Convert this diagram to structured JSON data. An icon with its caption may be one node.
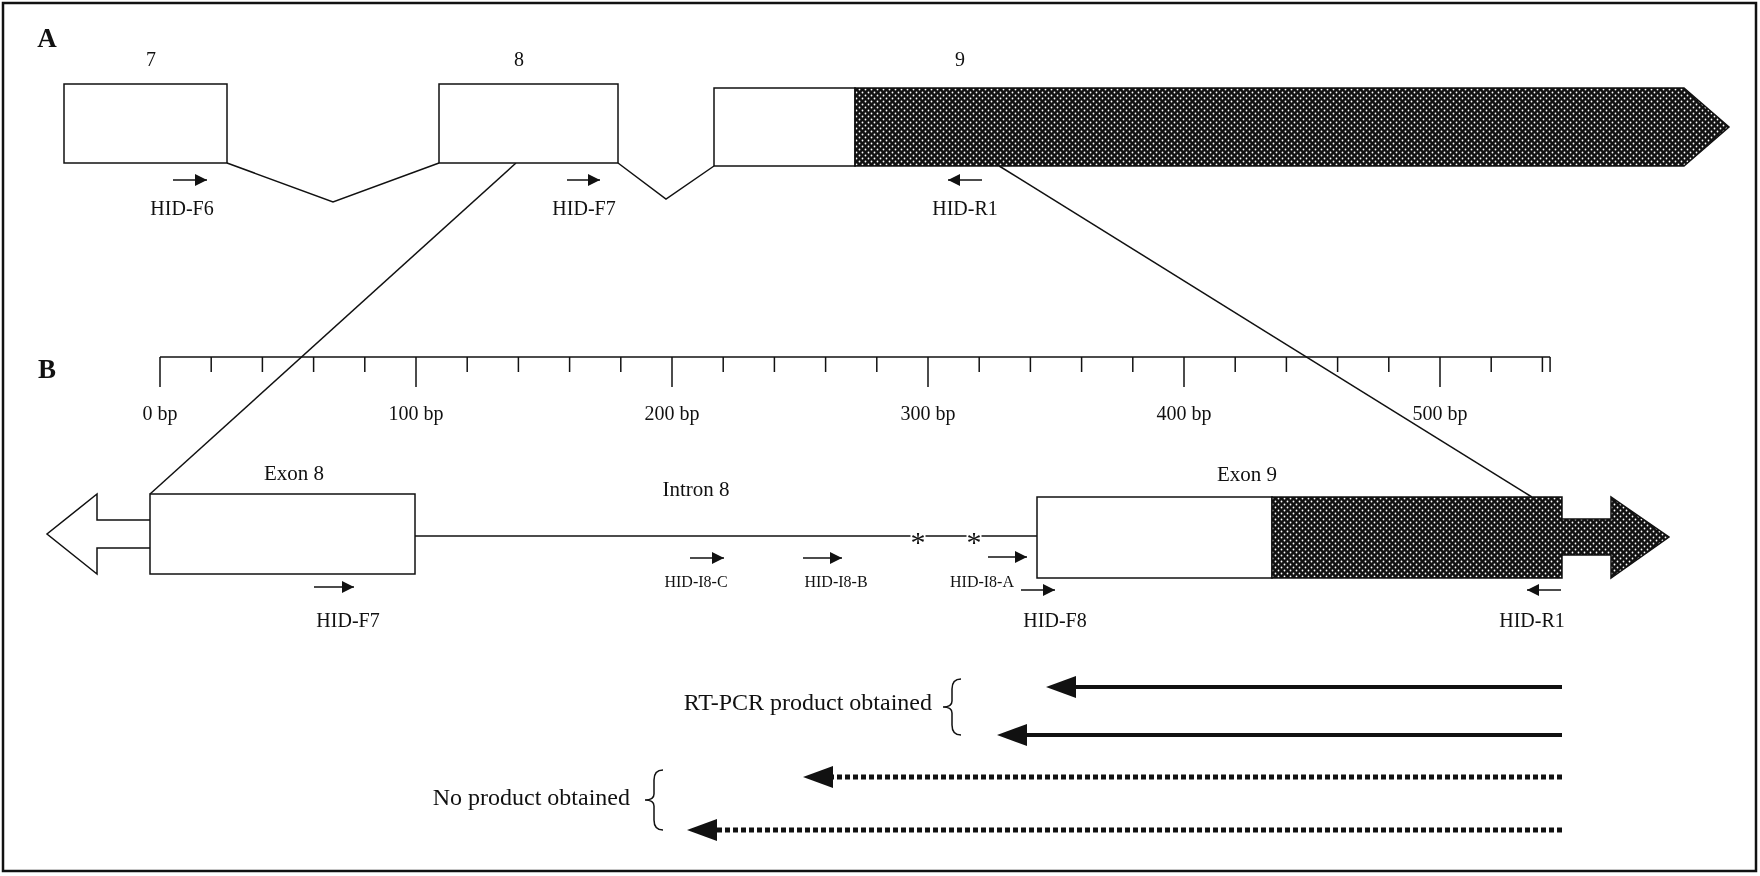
{
  "diagram": {
    "nodes": [
      {
        "text": [
          "7"
        ]
      },
      {
        "text": [
          "8"
        ]
      },
      {
        "text": [
          "9"
        ]
      },
      {
        "text": [
          "Exon 8"
        ]
      },
      {
        "text": [
          "Exon 9"
        ]
      }
    ],
    "edges": [
      {
        "from": 0,
        "to": 1,
        "arrow": "none"
      },
      {
        "from": 1,
        "to": 2,
        "arrow": "none"
      },
      {
        "from": 1,
        "to": 3,
        "arrow": "none"
      },
      {
        "from": 2,
        "to": 4,
        "arrow": "none"
      },
      {
        "from": 3,
        "to": 4,
        "arrow": "none",
        "label": "Intron 8"
      }
    ],
    "labels": [
      "A",
      "HID-F6",
      "HID-F7",
      "HID-R1",
      "B",
      "0 bp",
      "100 bp",
      "200 bp",
      "300 bp",
      "400 bp",
      "500 bp",
      "*",
      "*",
      "HID-F7",
      "HID-I8-C",
      "HID-I8-B",
      "HID-I8-A",
      "HID-F8",
      "HID-R1",
      "RT-PCR product obtained",
      "No product obtained"
    ]
  }
}
